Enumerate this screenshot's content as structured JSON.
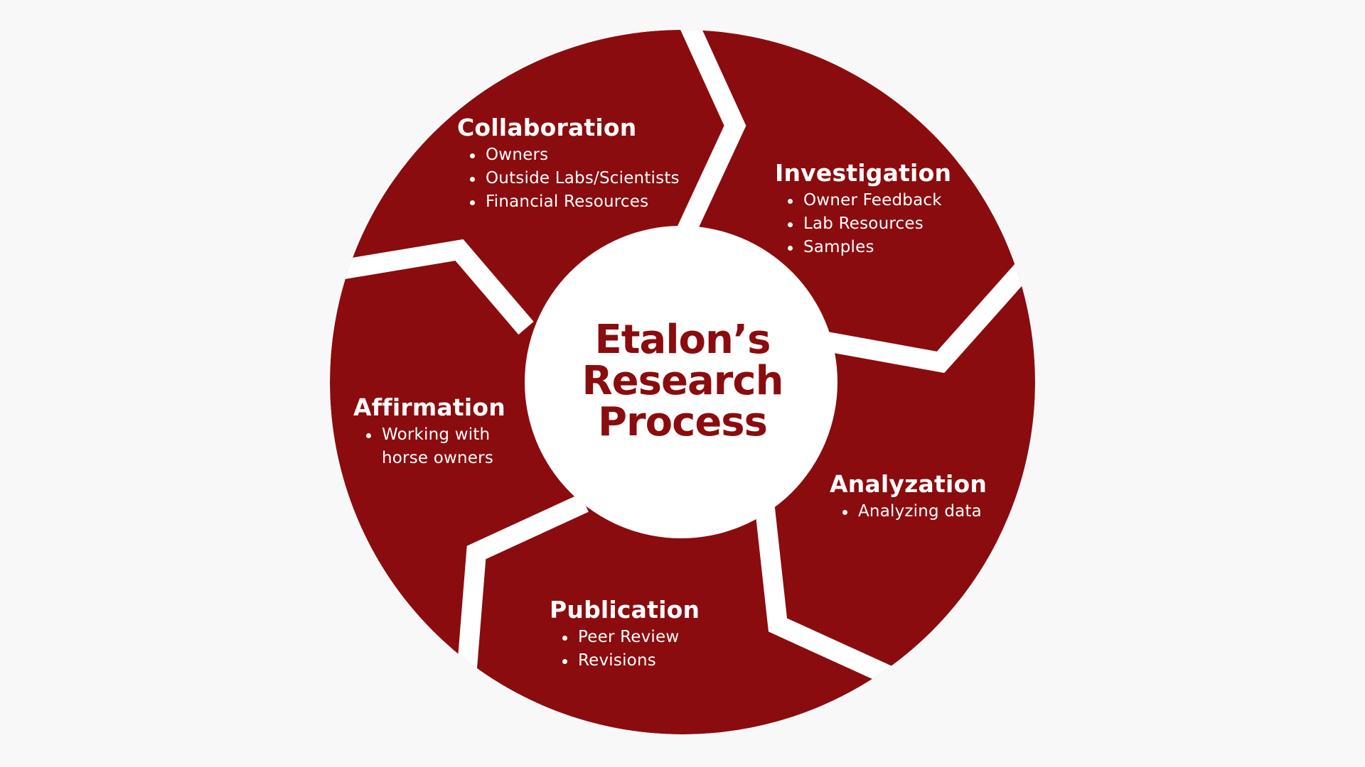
{
  "colors": {
    "background": "#f8f8f9",
    "segment": "#8b0c0e",
    "gap": "#ffffff",
    "center_text": "#8b0c0e"
  },
  "center": {
    "line1": "Etalon’s",
    "line2": "Research",
    "line3": "Process"
  },
  "segments": {
    "collaboration": {
      "title": "Collaboration",
      "items": [
        "Owners",
        "Outside Labs/Scientists",
        "Financial Resources"
      ]
    },
    "investigation": {
      "title": "Investigation",
      "items": [
        "Owner Feedback",
        "Lab Resources",
        "Samples"
      ]
    },
    "analyzation": {
      "title": "Analyzation",
      "items": [
        "Analyzing data"
      ]
    },
    "publication": {
      "title": "Publication",
      "items": [
        "Peer Review",
        "Revisions"
      ]
    },
    "affirmation": {
      "title": "Affirmation",
      "items_line1": "Working with",
      "items_line2": "horse owners"
    }
  }
}
